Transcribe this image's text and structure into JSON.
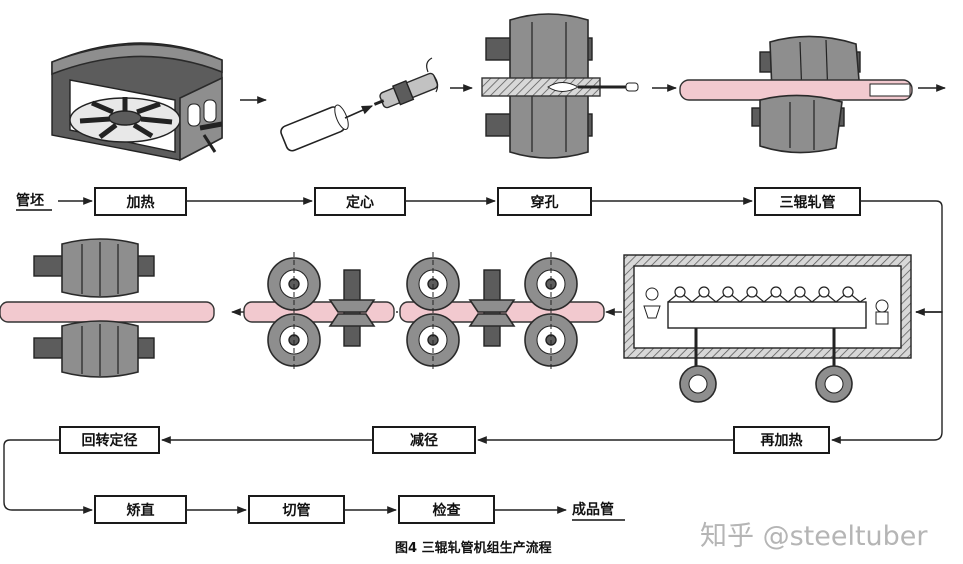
{
  "steps": {
    "billet": "管坯",
    "heating": "加热",
    "centering": "定心",
    "piercing": "穿孔",
    "three_roll_rolling": "三辊轧管",
    "reheating": "再加热",
    "sizing_reducing": "减径",
    "rotary_sizing": "回转定径",
    "straightening": "矫直",
    "cutting": "切管",
    "inspection": "检查",
    "finished": "成品管"
  },
  "caption": "图4  三辊轧管机组生产流程",
  "watermark": "知乎 @steeltuber",
  "colors": {
    "pipe": "#f2c9cf",
    "metal": "#8e8e8e",
    "line": "#222222"
  },
  "icons": [
    "rotary-hearth-furnace-icon",
    "centering-tool-icon",
    "piercing-mill-icon",
    "three-roll-mill-icon",
    "sizing-mill-icon",
    "reducing-mill-icon",
    "walking-beam-furnace-icon"
  ]
}
